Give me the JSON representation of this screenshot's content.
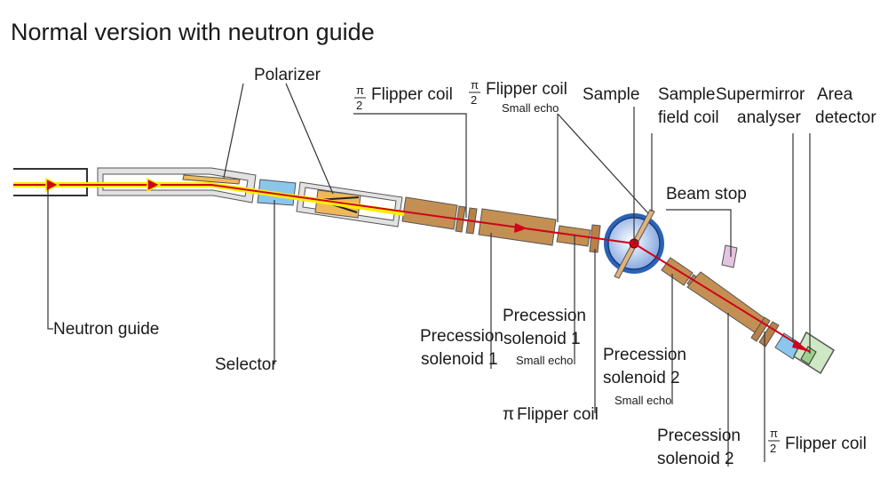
{
  "title": "Normal version with neutron guide",
  "labels": {
    "polarizer": "Polarizer",
    "flipper_half_1": "Flipper coil",
    "flipper_half_2": "Flipper coil",
    "small_echo_top": "Small echo",
    "sample": "Sample",
    "sample_field_coil_1": "Sample",
    "sample_field_coil_2": "field coil",
    "supermirror_1": "Supermirror",
    "supermirror_2": "analyser",
    "area_detector_1": "Area",
    "area_detector_2": "detector",
    "beam_stop": "Beam stop",
    "neutron_guide": "Neutron guide",
    "selector": "Selector",
    "precession1_a": "Precession",
    "precession1_b": "solenoid 1",
    "precession1s_a": "Precession",
    "precession1s_b": "solenoid 1",
    "precession1s_c": "Small echo",
    "pi_flipper": "Flipper coil",
    "precession2s_a": "Precession",
    "precession2s_b": "solenoid 2",
    "precession2s_c": "Small echo",
    "precession2_a": "Precession",
    "precession2_b": "solenoid 2",
    "flipper_half_3": "Flipper coil",
    "pi": "π",
    "two": "2"
  },
  "colors": {
    "beam": "#d0021b",
    "beam_glow": "#ffee00",
    "brass": "#c48f52",
    "selector": "#8cc6ee",
    "sample": "#2a63b8",
    "detector": "#3a9a3a",
    "beamstop": "#8a3a7a"
  }
}
